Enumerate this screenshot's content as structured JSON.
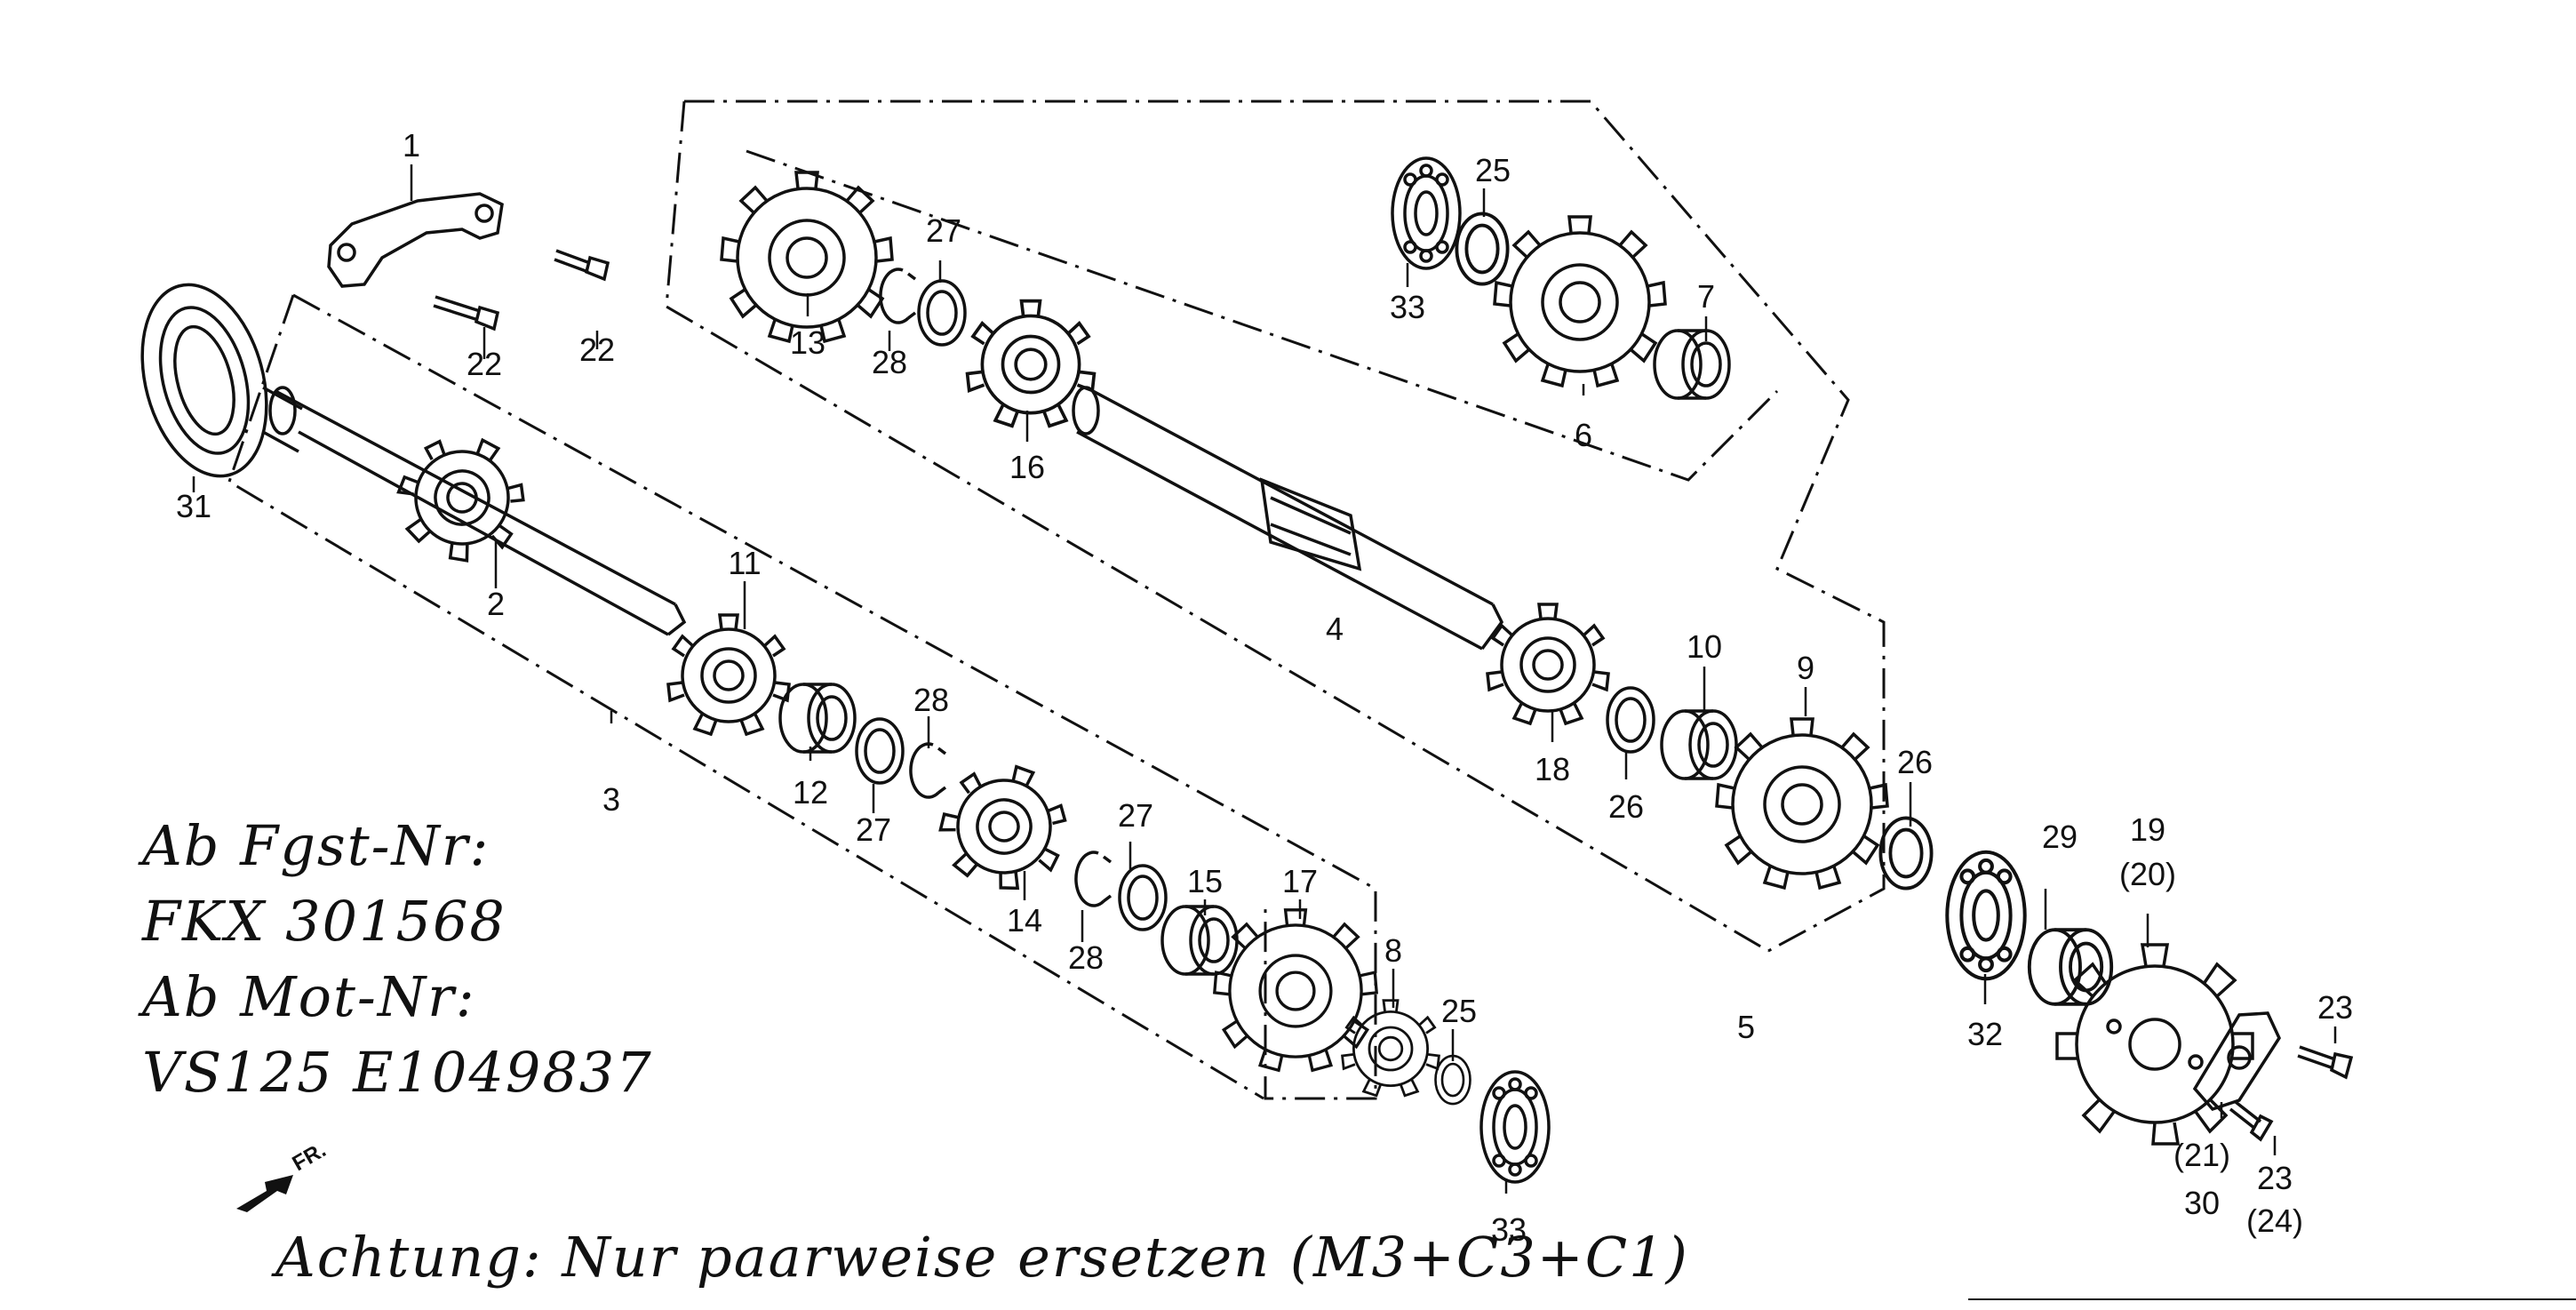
{
  "diagram": {
    "part_numbers": [
      "1",
      "2",
      "3",
      "4",
      "5",
      "6",
      "7",
      "8",
      "9",
      "10",
      "11",
      "12",
      "13",
      "14",
      "15",
      "16",
      "17",
      "18",
      "19",
      "(20)",
      "(21)",
      "22",
      "22",
      "23",
      "23",
      "(24)",
      "25",
      "25",
      "26",
      "26",
      "27",
      "27",
      "27",
      "28",
      "28",
      "28",
      "29",
      "30",
      "31",
      "32",
      "33",
      "33"
    ],
    "front_label": "FR.",
    "notes": {
      "line1": "Ab Fgst-Nr:",
      "line2": "FKX 301568",
      "line3": "Ab Mot-Nr:",
      "line4": "VS125 E1049837",
      "warning": "Achtung: Nur paarweise ersetzen (M3+C3+C1)"
    }
  }
}
